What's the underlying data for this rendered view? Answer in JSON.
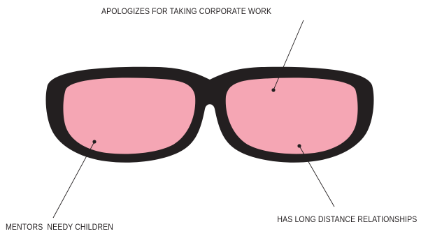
{
  "colors": {
    "frame": "#231f20",
    "lens_tint": "#f5a6b4",
    "leader_line": "#231f20",
    "label_text": "#231f20",
    "background": "#ffffff"
  },
  "callouts": {
    "top": "APOLOGIZES FOR TAKING CORPORATE WORK",
    "bottom_left": "MENTORS  NEEDY CHILDREN",
    "bottom_right": "HAS LONG DISTANCE RELATIONSHIPS"
  }
}
